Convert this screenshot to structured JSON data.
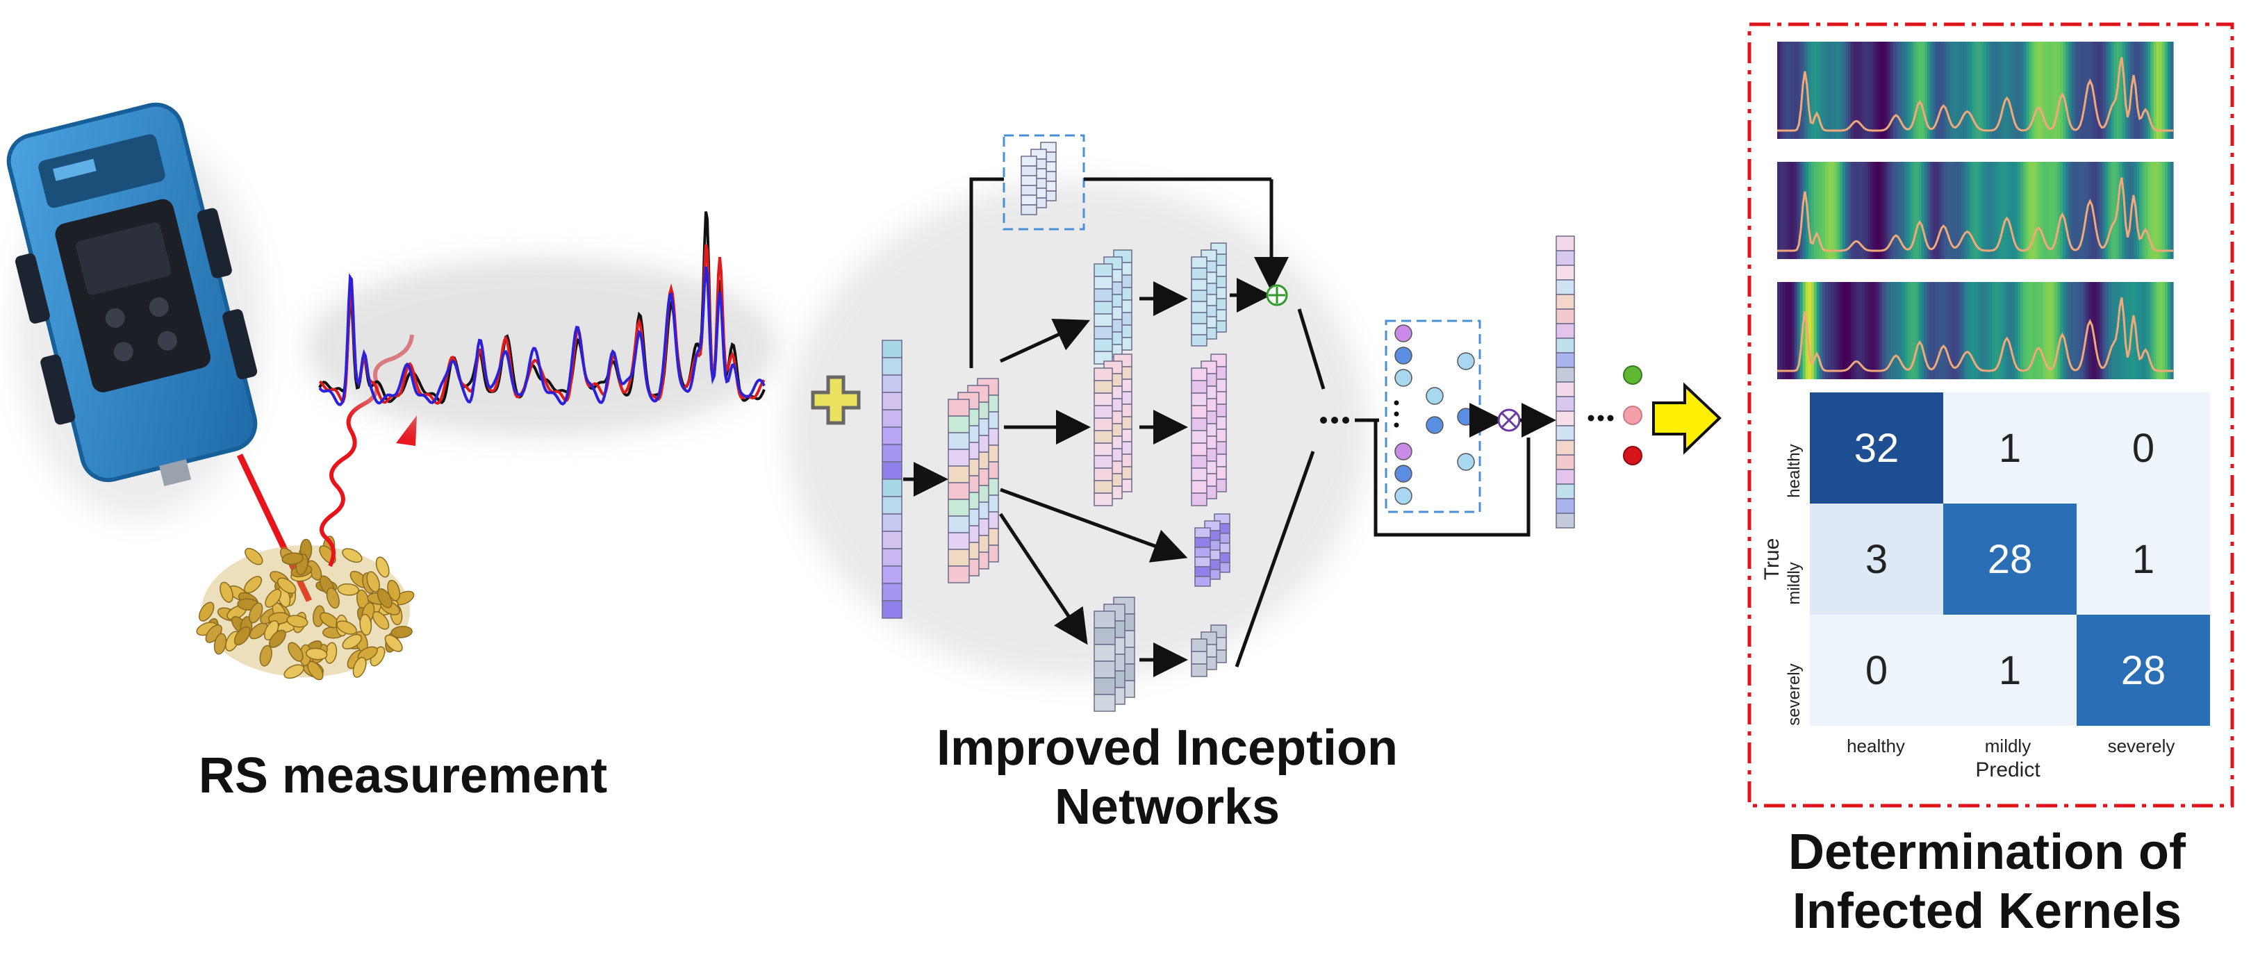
{
  "captions": {
    "rs_measurement": "RS measurement",
    "network_line1": "Improved Inception",
    "network_line2": "Networks",
    "determination_line1": "Determination of",
    "determination_line2": "Infected Kernels"
  },
  "confusion_matrix": {
    "row_labels": [
      "healthy",
      "mildly",
      "severely"
    ],
    "col_labels": [
      "healthy",
      "mildly",
      "severely"
    ],
    "xlabel": "Predict",
    "ylabel": "True",
    "values": [
      [
        32,
        1,
        0
      ],
      [
        3,
        28,
        1
      ],
      [
        0,
        1,
        28
      ]
    ]
  },
  "colors": {
    "device_body": "#2f86c8",
    "spectrum_black": "#111111",
    "spectrum_red": "#e01b1b",
    "spectrum_blue": "#2a21d8",
    "laser": "#e8141b",
    "plus_arrow_yellow": "#ffef00",
    "dashed_box": "#4a90d9",
    "result_border": "#e0141b",
    "output_green": "#5fb832",
    "output_pink": "#f3a0a8",
    "output_red": "#d8141b"
  },
  "icons": {
    "plus": "plus-icon",
    "arrow": "arrow-right-icon",
    "add_op": "circled-plus-icon",
    "mul_op": "circled-times-icon"
  }
}
